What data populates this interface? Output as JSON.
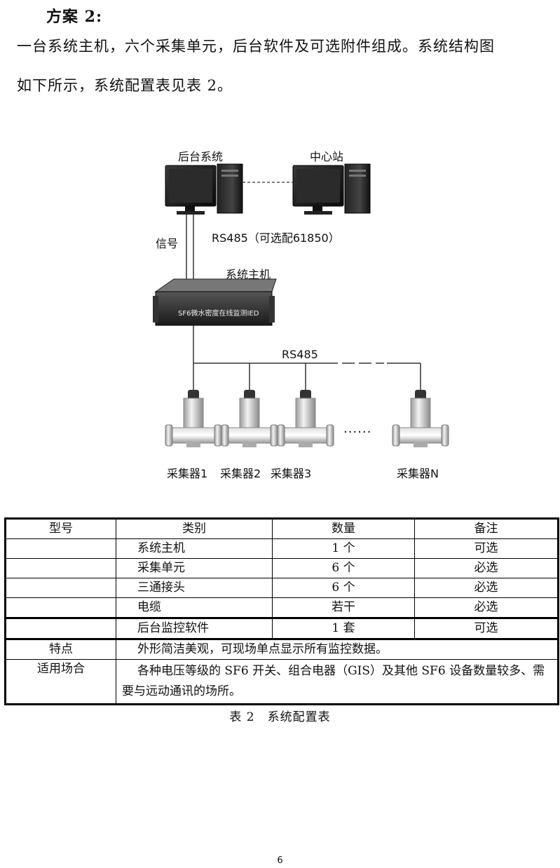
{
  "heading": "方案 2:",
  "paragraph_line1": "一台系统主机，六个采集单元，后台软件及可选附件组成。系统结构图",
  "paragraph_line2": "如下所示，系统配置表见表 2。",
  "diagram": {
    "backend_label": "后台系统",
    "center_label": "中心站",
    "signal_label": "信号",
    "rs485_optional_label": "RS485（可选配61850）",
    "host_label": "系统主机",
    "host_panel_text": "SF6微水密度在线监测IED",
    "bus_label": "RS485",
    "ellipsis": "······",
    "collectors": [
      "采集器1",
      "采集器2",
      "采集器3",
      "采集器N"
    ]
  },
  "table": {
    "headers": [
      "型号",
      "类别",
      "数量",
      "备注"
    ],
    "rows": [
      {
        "model": "",
        "category": "系统主机",
        "qty": "1 个",
        "note": "可选"
      },
      {
        "model": "",
        "category": "采集单元",
        "qty": "6 个",
        "note": "必选"
      },
      {
        "model": "",
        "category": "三通接头",
        "qty": "6 个",
        "note": "必选"
      },
      {
        "model": "",
        "category": "电缆",
        "qty": "若干",
        "note": "必选"
      },
      {
        "model": "",
        "category": "后台监控软件",
        "qty": "1 套",
        "note": "可选"
      }
    ],
    "feature_label": "特点",
    "feature_text": "外形简洁美观，可现场单点显示所有监控数据。",
    "scene_label": "适用场合",
    "scene_text": "各种电压等级的 SF6 开关、组合电器（GIS）及其他 SF6 设备数量较多、需要与远动通讯的场所。"
  },
  "caption": "表 2　系统配置表",
  "page_number": "6"
}
